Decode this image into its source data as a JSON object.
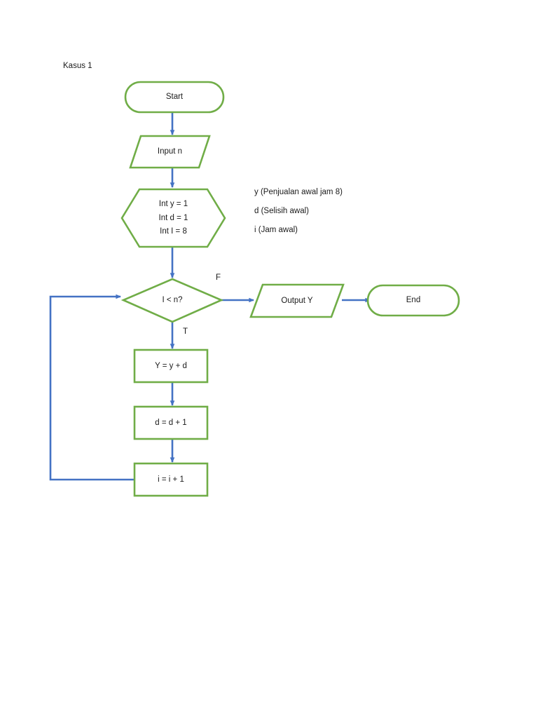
{
  "page": {
    "title": "Kasus 1",
    "background": "#ffffff"
  },
  "style": {
    "shape_stroke": "#70AD47",
    "connector_stroke": "#4472C4",
    "shape_fill": "#ffffff",
    "text_color": "#1a1a1a"
  },
  "flowchart": {
    "nodes": [
      {
        "id": "start",
        "type": "terminator",
        "label": "Start"
      },
      {
        "id": "input_n",
        "type": "input-output",
        "label": "Input n"
      },
      {
        "id": "init",
        "type": "preparation",
        "lines": [
          "Int y = 1",
          "Int d = 1",
          "Int I = 8"
        ]
      },
      {
        "id": "cond",
        "type": "decision",
        "label": "I < n?"
      },
      {
        "id": "output_y",
        "type": "input-output",
        "label": "Output Y"
      },
      {
        "id": "end",
        "type": "terminator",
        "label": "End"
      },
      {
        "id": "calc_y",
        "type": "process",
        "label": "Y = y + d"
      },
      {
        "id": "calc_d",
        "type": "process",
        "label": "d = d + 1"
      },
      {
        "id": "calc_i",
        "type": "process",
        "label": "i = i + 1"
      }
    ],
    "branch_labels": {
      "false": "F",
      "true": "T"
    }
  },
  "legend": {
    "items": [
      "y (Penjualan awal jam 8)",
      "d (Selisih awal)",
      "i (Jam awal)"
    ]
  }
}
